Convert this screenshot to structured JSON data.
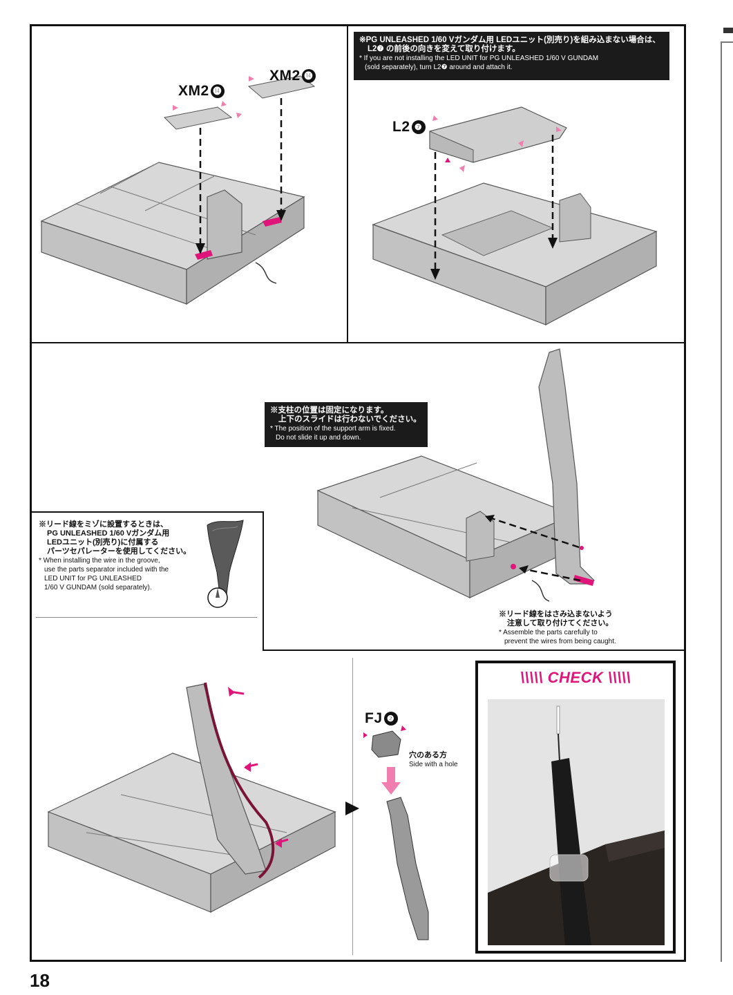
{
  "page": {
    "number": "18"
  },
  "panel1": {
    "labels": [
      "XM2",
      "XM2"
    ],
    "label_nums": [
      "⓮",
      "⓮"
    ]
  },
  "panel2": {
    "note_jp_1": "※PG UNLEASHED 1/60 Vガンダム用 LEDユニット(別売り)を組み込まない場合は、",
    "note_jp_2": "L2❼ の前後の向きを変えて取り付けます。",
    "note_en_1": "* If you are not installing the LED UNIT for PG UNLEASHED 1/60 V GUNDAM",
    "note_en_2": "(sold separately), turn L2❼ around and attach it.",
    "label": "L2",
    "label_num": "❼"
  },
  "panel3": {
    "note_jp_1": "※支柱の位置は固定になります。",
    "note_jp_2": "上下のスライドは行わないでください。",
    "note_en_1": "* The position of the support arm is fixed.",
    "note_en_2": "Do not slide it up and down.",
    "wire_note_jp_1": "※リード線をはさみ込まないよう",
    "wire_note_jp_2": "注意して取り付けてください。",
    "wire_note_en_1": "* Assemble the parts carefully to",
    "wire_note_en_2": "prevent the wires from being caught."
  },
  "groove_note": {
    "jp_1": "※リード線をミゾに設置するときは、",
    "jp_2": "PG UNLEASHED 1/60 Vガンダム用",
    "jp_3": "LEDユニット(別売り)に付属する",
    "jp_4": "パーツセパレーターを使用してください。",
    "en_1": "* When installing the wire in the groove,",
    "en_2": "use the parts separator included with the",
    "en_3": "LED UNIT for PG UNLEASHED",
    "en_4": "1/60 V GUNDAM (sold separately)."
  },
  "panel5": {
    "label": "FJ",
    "label_num": "❷",
    "hole_jp": "穴のある方",
    "hole_en": "Side with a hole"
  },
  "check": {
    "title": "CHECK"
  },
  "colors": {
    "accent": "#e0157a",
    "wire": "#7a1436",
    "part_gray": "#c9c9c9",
    "note_bg": "#1b1b1b"
  }
}
